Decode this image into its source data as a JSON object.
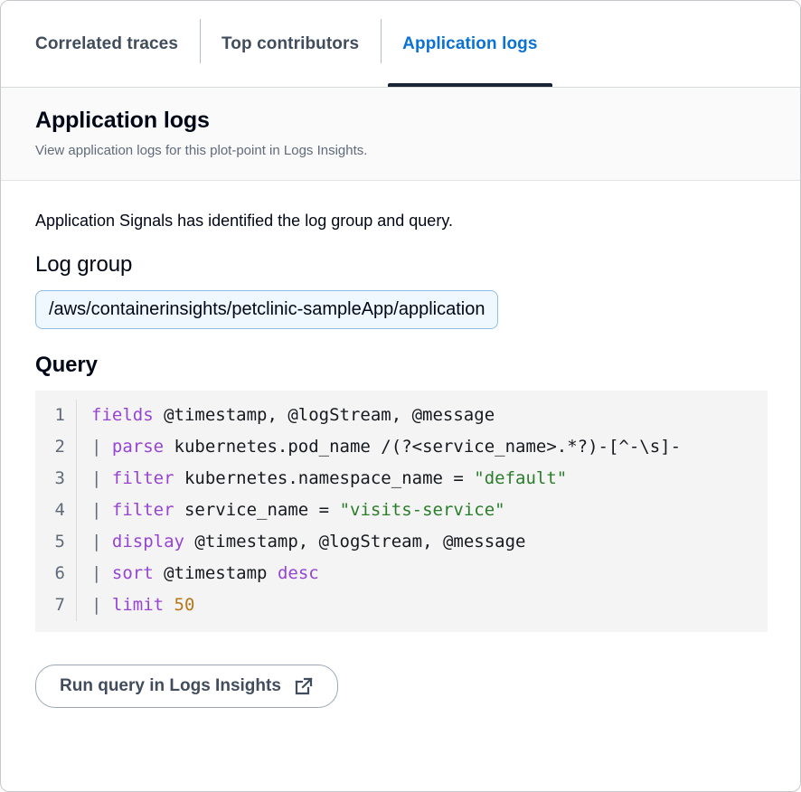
{
  "tabs": [
    {
      "label": "Correlated traces",
      "active": false
    },
    {
      "label": "Top contributors",
      "active": false
    },
    {
      "label": "Application logs",
      "active": true
    }
  ],
  "section": {
    "title": "Application logs",
    "description": "View application logs for this plot-point in Logs Insights."
  },
  "main": {
    "intro": "Application Signals has identified the log group and query.",
    "log_group_label": "Log group",
    "log_group_value": "/aws/containerinsights/petclinic-sampleApp/application",
    "query_label": "Query"
  },
  "query": {
    "line_numbers": [
      "1",
      "2",
      "3",
      "4",
      "5",
      "6",
      "7"
    ],
    "lines": [
      {
        "n": "1",
        "text": "fields @timestamp, @logStream, @message"
      },
      {
        "n": "2",
        "text": "| parse kubernetes.pod_name /(?<service_name>.*?)-[^-\\s]-"
      },
      {
        "n": "3",
        "text": "| filter kubernetes.namespace_name = \"default\""
      },
      {
        "n": "4",
        "text": "| filter service_name = \"visits-service\""
      },
      {
        "n": "5",
        "text": "| display @timestamp, @logStream, @message"
      },
      {
        "n": "6",
        "text": "| sort @timestamp desc"
      },
      {
        "n": "7",
        "text": "| limit 50"
      }
    ],
    "l1_kw": "fields",
    "l1_rest": " @timestamp, @logStream, @message",
    "l2_pipe": "| ",
    "l2_kw": "parse",
    "l2_rest": " kubernetes.pod_name /(?<service_name>.*?)-[^-\\s]-",
    "l3_pipe": "| ",
    "l3_kw": "filter",
    "l3_mid": " kubernetes.namespace_name = ",
    "l3_str": "\"default\"",
    "l4_pipe": "| ",
    "l4_kw": "filter",
    "l4_mid": " service_name = ",
    "l4_str": "\"visits-service\"",
    "l5_pipe": "| ",
    "l5_kw": "display",
    "l5_rest": " @timestamp, @logStream, @message",
    "l6_pipe": "| ",
    "l6_kw": "sort",
    "l6_mid": " @timestamp ",
    "l6_kw2": "desc",
    "l7_pipe": "| ",
    "l7_kw": "limit",
    "l7_mid": " ",
    "l7_num": "50"
  },
  "actions": {
    "run_query_label": "Run query in Logs Insights",
    "external_icon": "external-link-icon"
  },
  "colors": {
    "accent_blue": "#0972d3",
    "keyword_purple": "#9644d1",
    "string_green": "#2a7d2a",
    "number_orange": "#b4771a",
    "code_bg": "#f4f4f4",
    "header_bg": "#fafafa",
    "loggroup_bg": "#f0f8ff",
    "loggroup_border": "#8fbde4"
  }
}
